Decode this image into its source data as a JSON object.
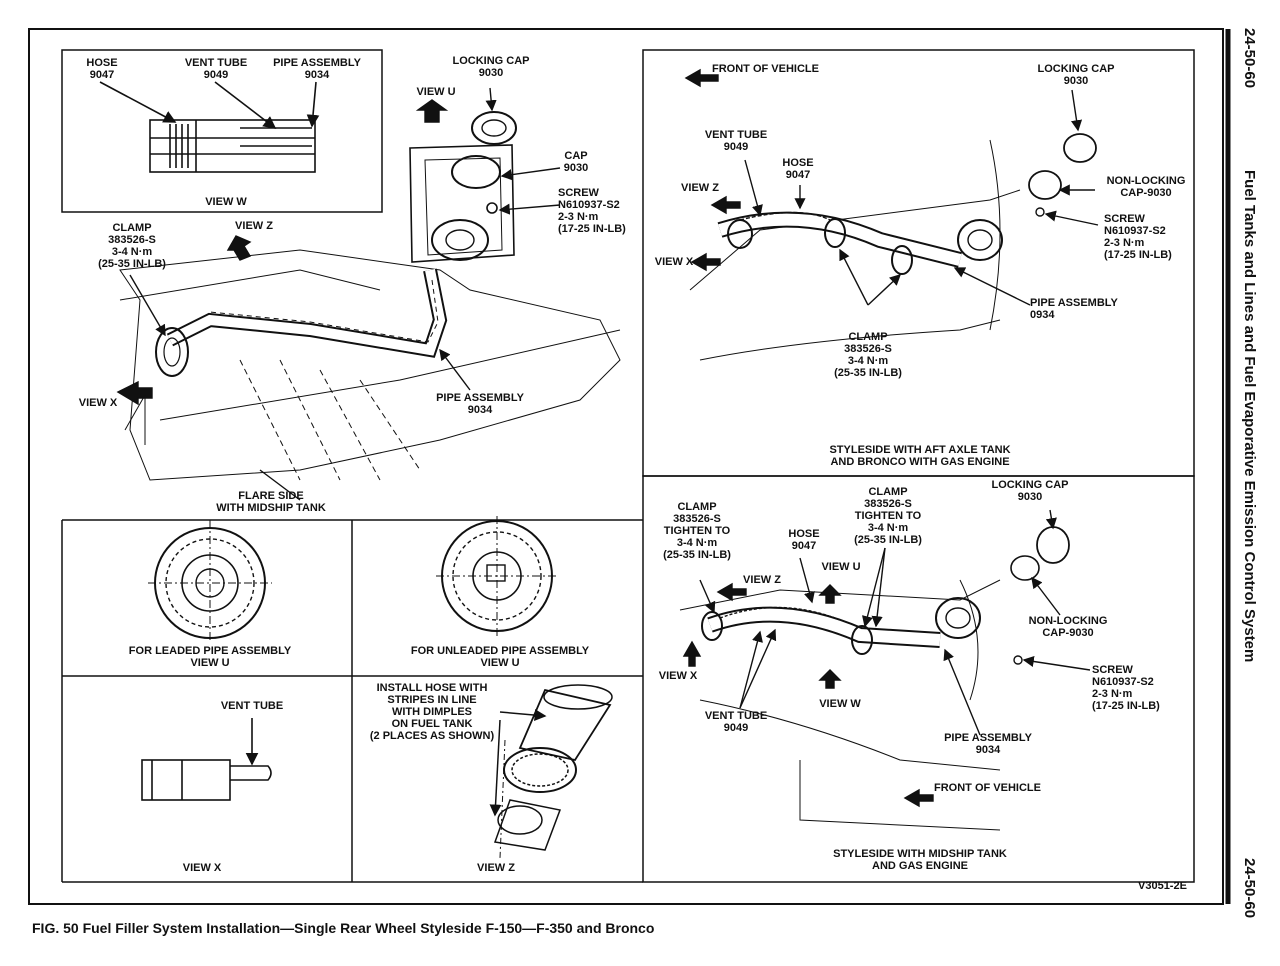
{
  "page_number": "24-50-60",
  "section_title": "Fuel Tanks and Lines and Fuel Evaporative Emission Control System",
  "figure_caption": "FIG. 50 Fuel Filler System Installation—Single Rear Wheel Styleside F-150—F-350 and Bronco",
  "figure_code": "V3051-2E",
  "view_w": {
    "caption": "VIEW W",
    "hose": [
      "HOSE",
      "9047"
    ],
    "vent_tube": [
      "VENT TUBE",
      "9049"
    ],
    "pipe_assembly": [
      "PIPE ASSEMBLY",
      "9034"
    ]
  },
  "flare_side": {
    "caption": [
      "FLARE SIDE",
      "WITH MIDSHIP TANK"
    ],
    "locking_cap": [
      "LOCKING CAP",
      "9030"
    ],
    "view_u": "VIEW U",
    "cap": [
      "CAP",
      "9030"
    ],
    "screw": [
      "SCREW",
      "N610937-S2",
      "2-3 N·m",
      "(17-25 IN-LB)"
    ],
    "clamp": [
      "CLAMP",
      "383526-S",
      "3-4 N·m",
      "(25-35 IN-LB)"
    ],
    "view_z": "VIEW Z",
    "view_x": "VIEW X",
    "pipe_assembly": [
      "PIPE ASSEMBLY",
      "9034"
    ]
  },
  "leaded": {
    "caption": [
      "FOR LEADED PIPE ASSEMBLY",
      "VIEW U"
    ]
  },
  "unleaded": {
    "caption": [
      "FOR UNLEADED PIPE ASSEMBLY",
      "VIEW U"
    ]
  },
  "view_x_panel": {
    "vent_tube": "VENT TUBE",
    "caption": "VIEW X"
  },
  "view_z_panel": {
    "note": [
      "INSTALL HOSE WITH",
      "STRIPES IN LINE",
      "WITH DIMPLES",
      "ON FUEL TANK",
      "(2 PLACES AS SHOWN)"
    ],
    "caption": "VIEW Z"
  },
  "aft_axle": {
    "front_of_vehicle": "FRONT OF VEHICLE",
    "locking_cap": [
      "LOCKING CAP",
      "9030"
    ],
    "vent_tube": [
      "VENT TUBE",
      "9049"
    ],
    "hose": [
      "HOSE",
      "9047"
    ],
    "view_z": "VIEW Z",
    "view_x": "VIEW X",
    "non_locking_cap": [
      "NON-LOCKING",
      "CAP-9030"
    ],
    "screw": [
      "SCREW",
      "N610937-S2",
      "2-3 N·m",
      "(17-25 IN-LB)"
    ],
    "pipe_assembly": [
      "PIPE ASSEMBLY",
      "0934"
    ],
    "clamp": [
      "CLAMP",
      "383526-S",
      "3-4 N·m",
      "(25-35 IN-LB)"
    ],
    "caption": [
      "STYLESIDE WITH AFT AXLE TANK",
      "AND BRONCO WITH GAS ENGINE"
    ]
  },
  "midship": {
    "clamp_left": [
      "CLAMP",
      "383526-S",
      "TIGHTEN TO",
      "3-4 N·m",
      "(25-35 IN-LB)"
    ],
    "clamp_mid": [
      "CLAMP",
      "383526-S",
      "TIGHTEN TO",
      "3-4 N·m",
      "(25-35 IN-LB)"
    ],
    "hose": [
      "HOSE",
      "9047"
    ],
    "locking_cap": [
      "LOCKING CAP",
      "9030"
    ],
    "view_z": "VIEW Z",
    "view_u": "VIEW U",
    "non_locking_cap": [
      "NON-LOCKING",
      "CAP-9030"
    ],
    "view_x": "VIEW X",
    "view_w": "VIEW W",
    "screw": [
      "SCREW",
      "N610937-S2",
      "2-3 N·m",
      "(17-25 IN-LB)"
    ],
    "vent_tube": [
      "VENT TUBE",
      "9049"
    ],
    "pipe_assembly": [
      "PIPE ASSEMBLY",
      "9034"
    ],
    "front_of_vehicle": "FRONT OF VEHICLE",
    "caption": [
      "STYLESIDE WITH MIDSHIP TANK",
      "AND GAS ENGINE"
    ]
  }
}
